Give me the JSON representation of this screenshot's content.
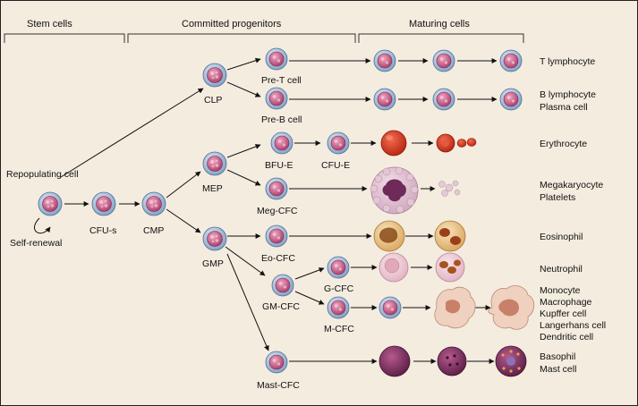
{
  "headers": {
    "stem": "Stem cells",
    "committed": "Committed progenitors",
    "maturing": "Maturing cells"
  },
  "labels": {
    "repopulating": "Repopulating cell",
    "self_renewal": "Self-renewal",
    "cfu_s": "CFU-s",
    "cmp": "CMP",
    "clp": "CLP",
    "mep": "MEP",
    "gmp": "GMP",
    "pre_t": "Pre-T cell",
    "pre_b": "Pre-B cell",
    "bfu_e": "BFU-E",
    "cfu_e": "CFU-E",
    "meg_cfc": "Meg-CFC",
    "eo_cfc": "Eo-CFC",
    "gm_cfc": "GM-CFC",
    "g_cfc": "G-CFC",
    "m_cfc": "M-CFC",
    "mast_cfc": "Mast-CFC"
  },
  "outputs": {
    "t_lymphocyte": "T lymphocyte",
    "b_lymphocyte": "B lymphocyte",
    "plasma_cell": "Plasma cell",
    "erythrocyte": "Erythrocyte",
    "megakaryocyte": "Megakaryocyte",
    "platelets": "Platelets",
    "eosinophil": "Eosinophil",
    "neutrophil": "Neutrophil",
    "monocyte": "Monocyte",
    "macrophage": "Macrophage",
    "kupffer": "Kupffer cell",
    "langerhans": "Langerhans cell",
    "dendritic": "Dendritic cell",
    "basophil": "Basophil",
    "mast_cell": "Mast cell"
  },
  "colors": {
    "background": "#f4ecdf",
    "cell_outer": "#9cb6d3",
    "cell_inner": "#c2507c",
    "erythrocyte": "#d63a20",
    "eosinophil": "#e6c17d",
    "basophil": "#7a2c5d"
  }
}
